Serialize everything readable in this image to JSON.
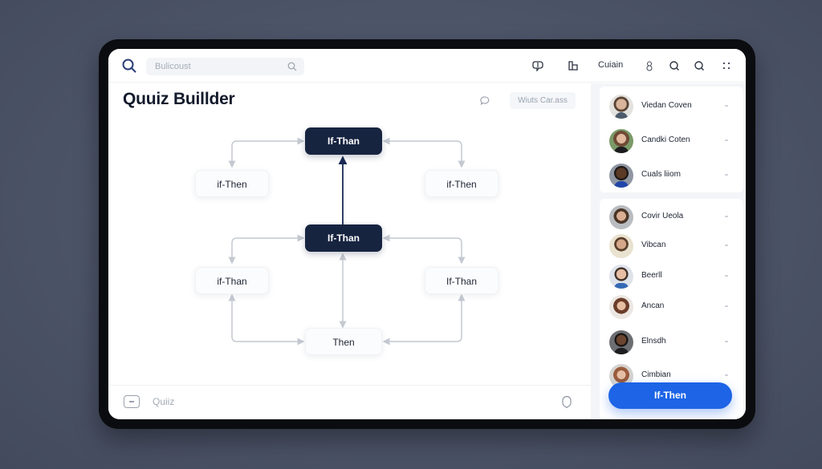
{
  "header": {
    "search_placeholder": "Bulicoust",
    "label": "Cuiain",
    "icons": [
      "search-icon",
      "speech-bubble-icon",
      "document-icon",
      "user-icon",
      "search-icon",
      "search-icon",
      "grid-icon"
    ]
  },
  "main": {
    "title": "Quuiz Buillder",
    "canvas_chip": "Wiuts Car.ass",
    "nodes": [
      {
        "id": "top",
        "label": "If-Than",
        "style": "dark"
      },
      {
        "id": "top-left",
        "label": "if-Then",
        "style": "light"
      },
      {
        "id": "top-right",
        "label": "if-Then",
        "style": "light"
      },
      {
        "id": "middle",
        "label": "If-Than",
        "style": "dark"
      },
      {
        "id": "mid-left",
        "label": "if-Than",
        "style": "light"
      },
      {
        "id": "mid-right",
        "label": "If-Than",
        "style": "light"
      },
      {
        "id": "bottom",
        "label": "Then",
        "style": "light"
      }
    ]
  },
  "bottombar": {
    "label": "Quiiz"
  },
  "sidebar": {
    "group1": [
      {
        "name": "Viedan Coven"
      },
      {
        "name": "Candki Coten"
      },
      {
        "name": "Cuals liiom"
      }
    ],
    "group2": [
      {
        "name": "Covir Ueola"
      },
      {
        "name": "Vibcan"
      },
      {
        "name": "Beerll"
      },
      {
        "name": "Ancan"
      },
      {
        "name": "Elnsdh"
      },
      {
        "name": "Cimbian"
      }
    ],
    "cta_label": "If-Then"
  },
  "colors": {
    "accent": "#1d64e6",
    "node_dark": "#172440",
    "title": "#121a2c",
    "edge": "#c4c9d1"
  }
}
